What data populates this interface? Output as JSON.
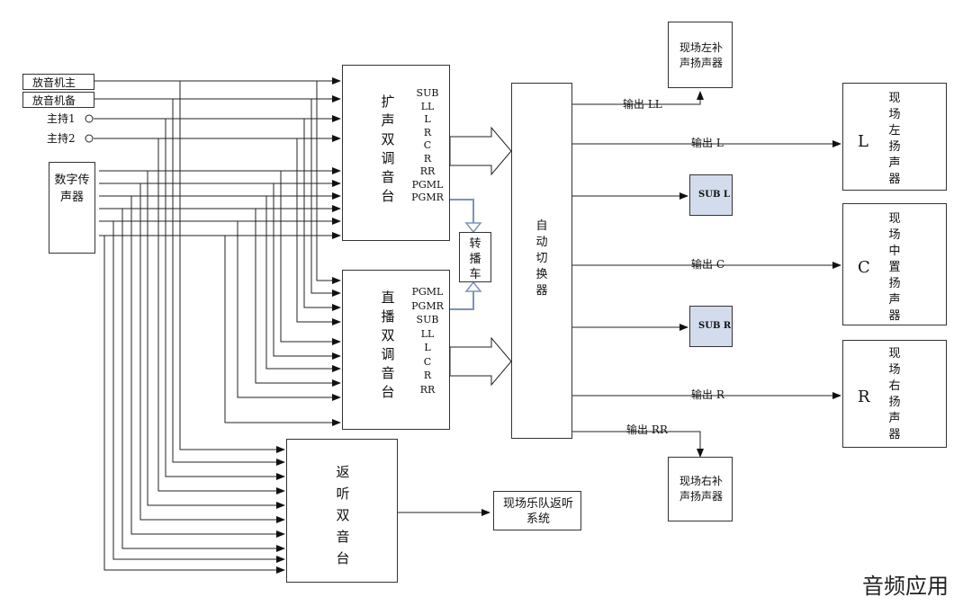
{
  "sources": {
    "player_main": "放音机主",
    "player_backup": "放音机备",
    "host1": "主持1",
    "host2": "主持2",
    "digital_mic": "数字传声器"
  },
  "pa_console": {
    "label": "扩声双调音台",
    "outputs": [
      "SUB",
      "LL",
      "L",
      "R",
      "C",
      "R",
      "RR",
      "PGML",
      "PGMR"
    ]
  },
  "live_console": {
    "label": "直播双调音台",
    "outputs": [
      "PGML",
      "PGMR",
      "SUB",
      "LL",
      "L",
      "C",
      "R",
      "RR"
    ]
  },
  "relay_truck": "转播车",
  "monitor_console": "返听双音台",
  "band_monitor": "现场乐队返听系统",
  "switcher": "自动切换器",
  "outputs": {
    "ll": "输出 LL",
    "l": "输出 L",
    "c": "输出 C",
    "r": "输出 R",
    "rr": "输出 RR"
  },
  "sub_l": "SUB L",
  "sub_r": "SUB R",
  "speakers": {
    "left_fill": "现场左补声扬声器",
    "right_fill": "现场右补声扬声器",
    "left": {
      "letter": "L",
      "label": "现场左扬声器"
    },
    "center": {
      "letter": "C",
      "label": "现场中置扬声器"
    },
    "right": {
      "letter": "R",
      "label": "现场右扬声器"
    }
  },
  "watermark": "音频应用"
}
